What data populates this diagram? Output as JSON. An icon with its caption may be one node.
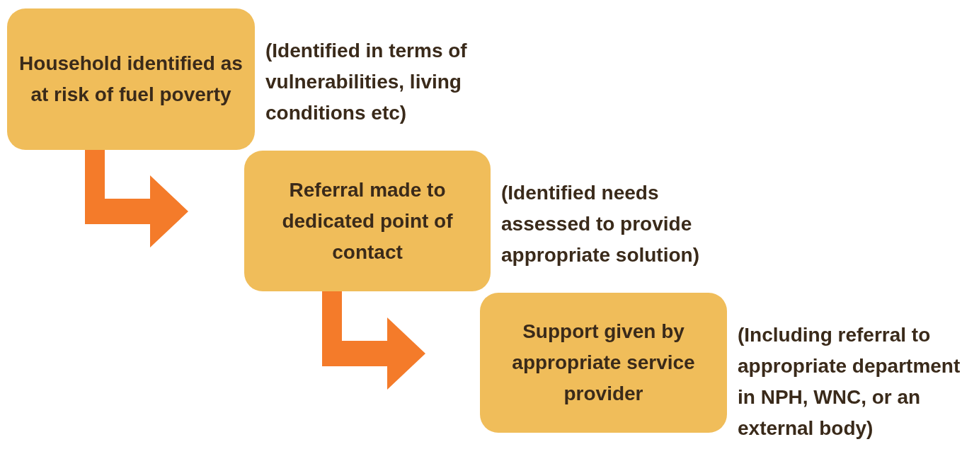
{
  "diagram": {
    "nodes": [
      {
        "text": [
          "Household identified as at risk of fuel poverty"
        ],
        "beside": [
          "(Identified in terms of vulnerabilities, living conditions etc)"
        ]
      },
      {
        "text": [
          "Referral made to dedicated point of contact"
        ],
        "beside": [
          "(Identified needs assessed to provide appropriate solution)"
        ]
      },
      {
        "text": [
          "Support given by appropriate service provider"
        ],
        "beside": [
          "(Including referral to appropriate department in NPH, WNC, or an external body)"
        ]
      }
    ],
    "edges": [
      {
        "from": 0,
        "to": 1,
        "arrow": "to",
        "style": "thick",
        "color": "#f47b2a"
      },
      {
        "from": 1,
        "to": 2,
        "arrow": "to",
        "style": "thick",
        "color": "#f47b2a"
      }
    ]
  }
}
